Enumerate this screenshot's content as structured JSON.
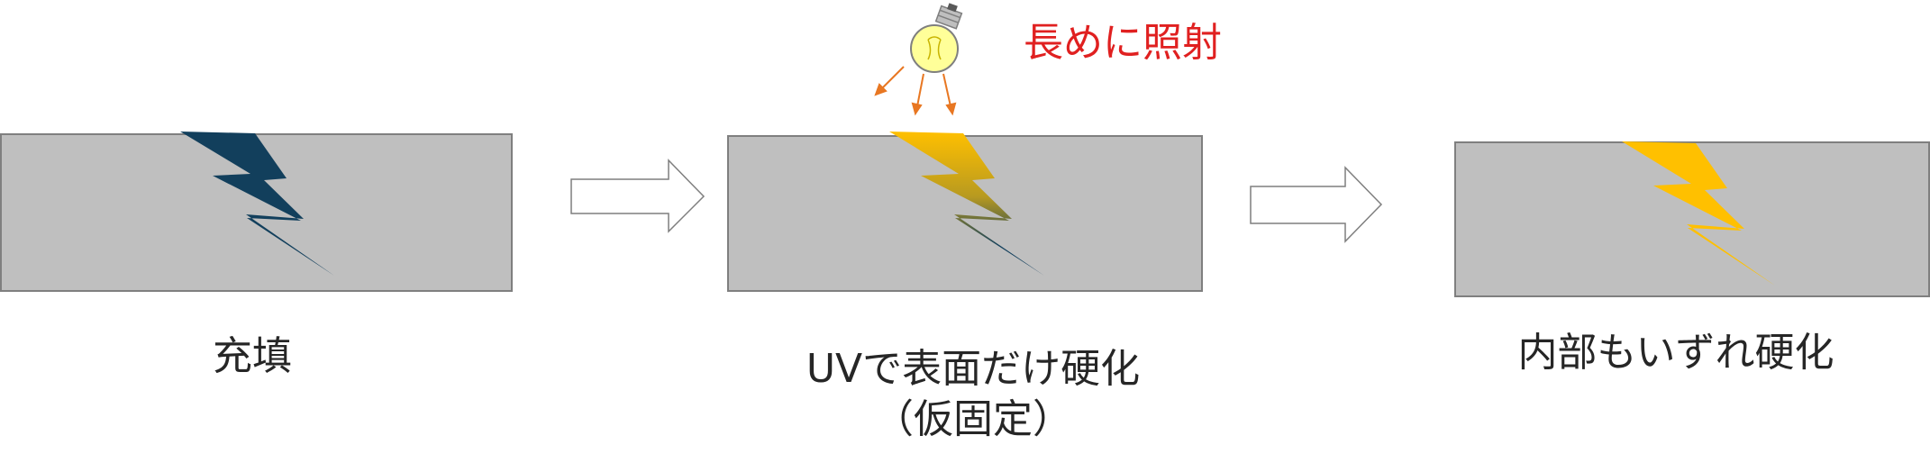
{
  "steps": [
    {
      "label": "充填"
    },
    {
      "label_line1": "UVで表面だけ硬化",
      "label_line2": "（仮固定）"
    },
    {
      "label": "内部もいずれ硬化"
    }
  ],
  "annotation": {
    "text": "長めに照射",
    "color": "#e02020"
  },
  "colors": {
    "block_fill": "#bfbfbf",
    "uncured": "#123f5c",
    "cured": "#ffc000",
    "ray": "#e87722",
    "bulb": "#ffff99"
  },
  "icons": [
    "lightning-crack",
    "light-bulb-icon",
    "right-arrow-icon"
  ]
}
